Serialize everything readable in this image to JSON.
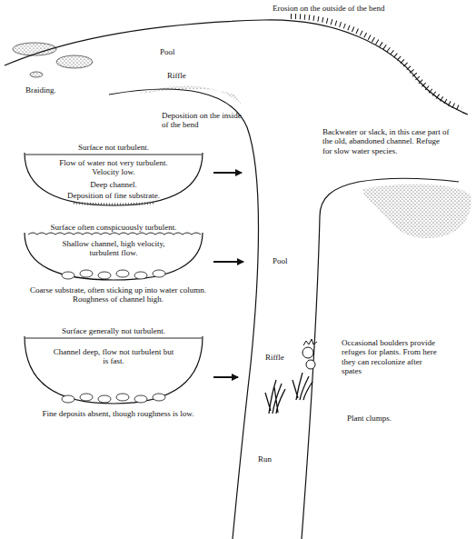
{
  "diagram": {
    "nodes": [
      {
        "text": [
          "Surface not turbulent.",
          "Flow of water not very turbulent. Velocity low.",
          "Deep channel.",
          "Deposition of fine substrate."
        ]
      },
      {
        "text": [
          "Surface often conspicuously turbulent.",
          "Shallow channel, high velocity, turbulent flow.",
          "Coarse substrate, often sticking up into water column. Roughness of channel high."
        ]
      },
      {
        "text": [
          "Surface generally not turbulent.",
          "Channel deep, flow not turbulent but is fast.",
          "Fine deposits absent, though roughness is low."
        ]
      }
    ],
    "labels": [
      "Erosion on the outside of the bend",
      "Pool",
      "Riffle",
      "Braiding.",
      "Deposition on the inside of the bend",
      "Backwater or slack, in this case part of the old, abandoned channel. Refuge for slow water species.",
      "Pool",
      "Occasional boulders provide refuges for plants. From here they can recolonize after spates",
      "Riffle",
      "Plant clumps.",
      "Run"
    ]
  }
}
